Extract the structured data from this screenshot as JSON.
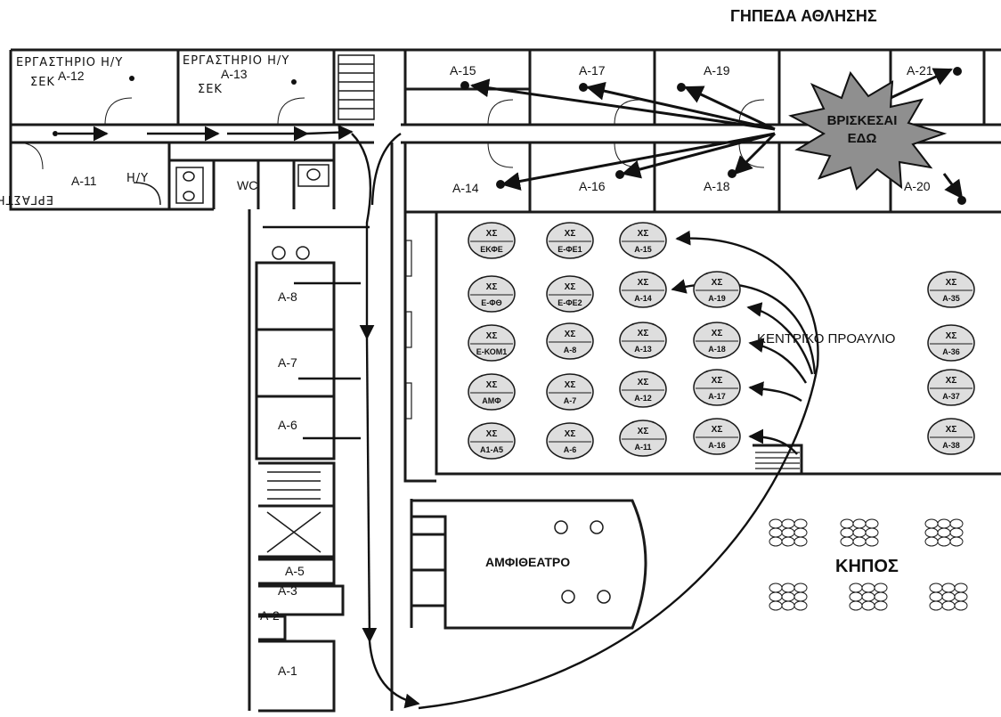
{
  "title": "ΓΗΠΕΔΑ ΑΘΛΗΣΗΣ",
  "you_are_here": {
    "line1": "ΒΡΙΣΚΕΣΑΙ",
    "line2": "ΕΔΩ"
  },
  "areas": {
    "courtyard": "ΚΕΝΤΡΙΚΟ ΠΡΟΑΥΛΙΟ",
    "amphitheater": "ΑΜΦΙΘΕΑΤΡΟ",
    "garden": "ΚΗΠΟΣ"
  },
  "handwritten": {
    "lab_a12_1": "ΕΡΓΑΣΤΗΡΙΟ Η/Υ",
    "lab_a12_2": "ΣΕΚ",
    "lab_a13_1": "ΕΡΓΑΣΤΗΡΙΟ Η/Υ",
    "lab_a13_2": "ΣΕΚ",
    "lab_a11_1": "Η/Υ",
    "lab_a11_2": "ΕΡΓΑΣΤΗΡΙΟ"
  },
  "rooms": {
    "a12": "A-12",
    "a13": "A-13",
    "a11": "A-11",
    "wc": "WC",
    "a15": "A-15",
    "a17": "A-17",
    "a19": "A-19",
    "a21": "A-21",
    "a14": "A-14",
    "a16": "A-16",
    "a18": "A-18",
    "a20": "A-20",
    "a8": "A-8",
    "a7": "A-7",
    "a6": "A-6",
    "a5": "A-5",
    "a3": "A-3",
    "a2": "A-2",
    "a1": "A-1"
  },
  "assembly_points": [
    {
      "top": "ΧΣ",
      "bottom": "ΕΚΦΕ"
    },
    {
      "top": "ΧΣ",
      "bottom": "Ε-ΦΕ1"
    },
    {
      "top": "ΧΣ",
      "bottom": "A-15"
    },
    {
      "top": "ΧΣ",
      "bottom": "Ε-ΦΘ"
    },
    {
      "top": "ΧΣ",
      "bottom": "Ε-ΦΕ2"
    },
    {
      "top": "ΧΣ",
      "bottom": "A-14"
    },
    {
      "top": "ΧΣ",
      "bottom": "A-19"
    },
    {
      "top": "ΧΣ",
      "bottom": "A-35"
    },
    {
      "top": "ΧΣ",
      "bottom": "Ε-ΚΟΜ1"
    },
    {
      "top": "ΧΣ",
      "bottom": "A-8"
    },
    {
      "top": "ΧΣ",
      "bottom": "A-13"
    },
    {
      "top": "ΧΣ",
      "bottom": "A-18"
    },
    {
      "top": "ΧΣ",
      "bottom": "A-36"
    },
    {
      "top": "ΧΣ",
      "bottom": "ΑΜΦ"
    },
    {
      "top": "ΧΣ",
      "bottom": "A-7"
    },
    {
      "top": "ΧΣ",
      "bottom": "A-12"
    },
    {
      "top": "ΧΣ",
      "bottom": "A-17"
    },
    {
      "top": "ΧΣ",
      "bottom": "A-37"
    },
    {
      "top": "ΧΣ",
      "bottom": "A1-A5"
    },
    {
      "top": "ΧΣ",
      "bottom": "A-6"
    },
    {
      "top": "ΧΣ",
      "bottom": "A-11"
    },
    {
      "top": "ΧΣ",
      "bottom": "A-16"
    },
    {
      "top": "ΧΣ",
      "bottom": "A-38"
    }
  ],
  "colors": {
    "wall": "#1a1a1a",
    "circle_fill": "#dedede",
    "burst_fill": "#8f8f8f",
    "arrow": "#111111"
  }
}
